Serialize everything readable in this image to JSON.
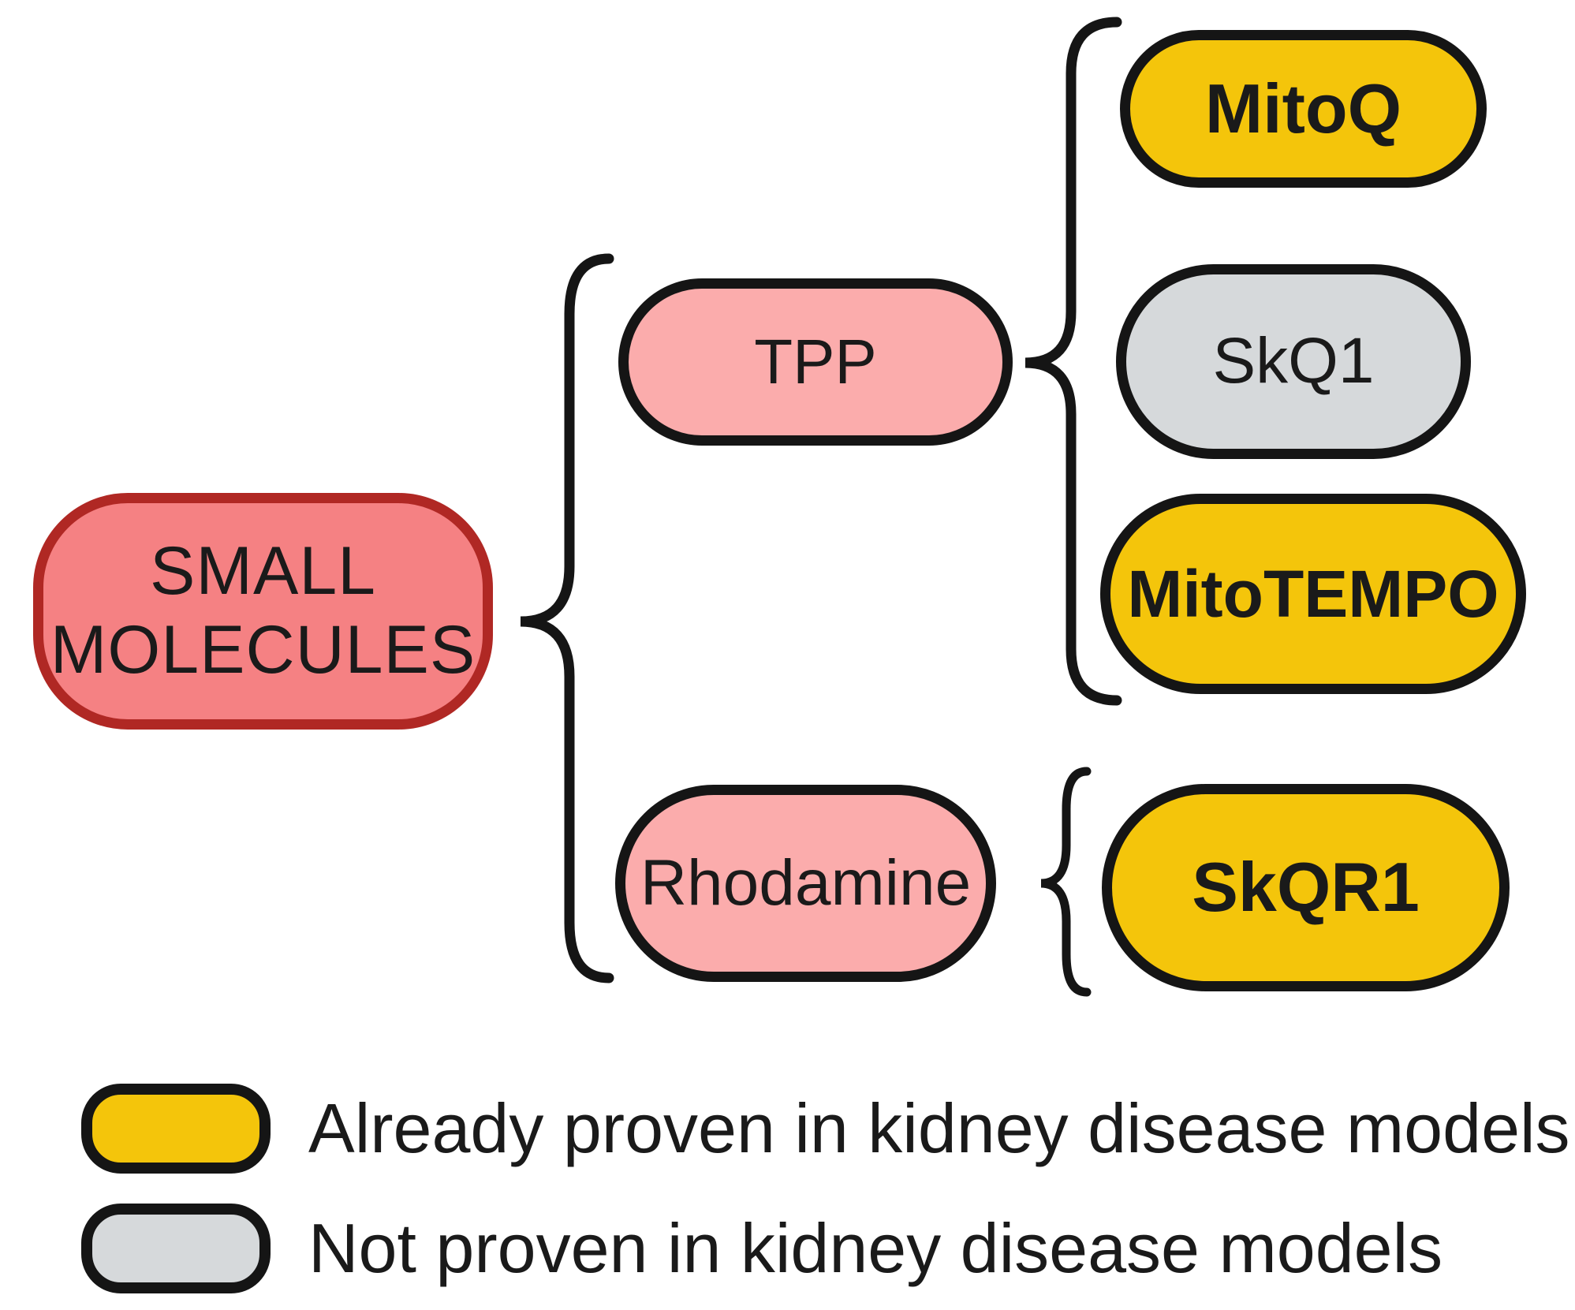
{
  "figure": {
    "description": "Hierarchy diagram of mitochondria-targeted small molecules",
    "background": "#FFFFFF"
  },
  "colors": {
    "root_fill": "#F58183",
    "root_border": "#B02824",
    "category_fill": "#FBACAC",
    "proven_fill": "#F4C50B",
    "not_proven_fill": "#D6D9DB",
    "outline": "#151515",
    "text": "#1A1A1A"
  },
  "nodes": {
    "small_molecules": {
      "label": "SMALL MOLECULES",
      "line1": "SMALL",
      "line2": "MOLECULES"
    },
    "tpp": {
      "label": "TPP"
    },
    "rhodamine": {
      "label": "Rhodamine"
    },
    "mitoq": {
      "label": "MitoQ",
      "status": "Already proven in kidney disease models"
    },
    "skq1": {
      "label": "SkQ1",
      "status": "Not proven in kidney disease models"
    },
    "mitotempo": {
      "label": "MitoTEMPO",
      "status": "Already proven in kidney disease models"
    },
    "skqr1": {
      "label": "SkQR1",
      "status": "Already proven in kidney disease models"
    }
  },
  "hierarchy": [
    {
      "parent": "SMALL MOLECULES",
      "children": [
        "TPP",
        "Rhodamine"
      ]
    },
    {
      "parent": "TPP",
      "children": [
        "MitoQ",
        "SkQ1",
        "MitoTEMPO"
      ]
    },
    {
      "parent": "Rhodamine",
      "children": [
        "SkQR1"
      ]
    }
  ],
  "legend": {
    "items": [
      {
        "color": "#F4C50B",
        "label": "Already proven in kidney disease models"
      },
      {
        "color": "#D6D9DB",
        "label": "Not proven in kidney disease models"
      }
    ]
  }
}
